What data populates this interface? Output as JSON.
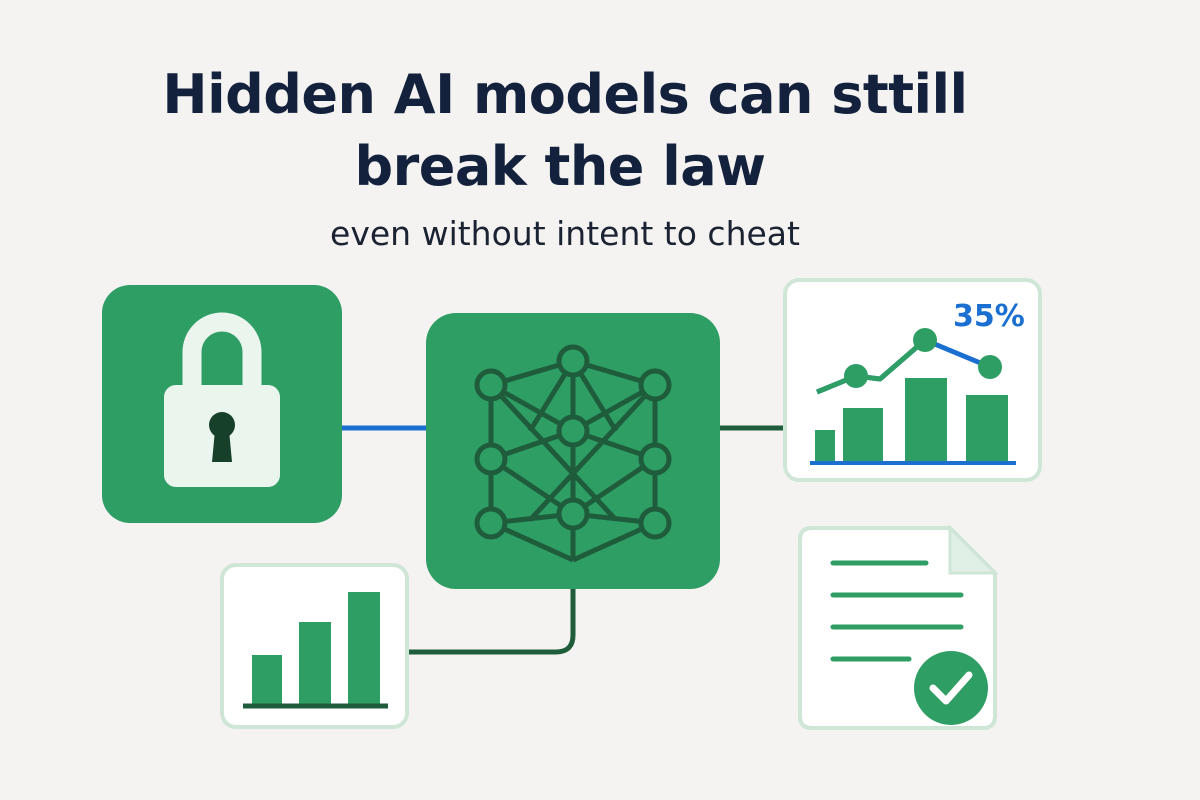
{
  "heading": {
    "line1": "Hidden AI models can sttill",
    "line2": "break the law",
    "subtitle": "even without intent to cheat"
  },
  "growth_card": {
    "percent_label": "35%"
  },
  "icons": {
    "lock": "lock-icon",
    "network": "neural-network-icon",
    "growth_chart": "bar-line-chart-icon",
    "small_chart": "bar-chart-icon",
    "document": "document-check-icon"
  },
  "colors": {
    "background": "#f4f3f1",
    "green": "#2e9e64",
    "dark_green": "#1f6b43",
    "navy": "#14213d",
    "blue": "#1a6fd1",
    "card_border": "#cfe6d6",
    "light_green": "#e8f4ec"
  }
}
